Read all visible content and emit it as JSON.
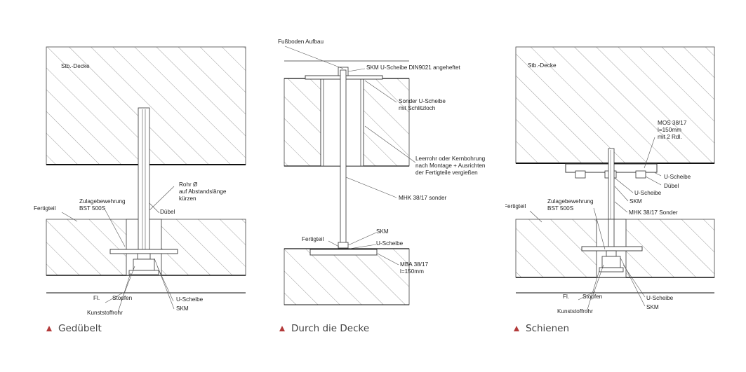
{
  "panels": [
    {
      "caption": "Gedübelt",
      "labels": {
        "stb_decke": "Stb.-Decke",
        "rohr": "Rohr Ø",
        "abstand": "auf Abstandslänge",
        "kuerzen": "kürzen",
        "zulage": "Zulagebewehrung",
        "bst": "BST 500S",
        "duebel": "Dübel",
        "fertigteil": "Fertigteil",
        "fl": "Fl.",
        "stopfen": "Stopfen",
        "kunststoffrohr": "Kunststoffrohr",
        "u_scheibe": "U-Scheibe",
        "skm": "SKM"
      }
    },
    {
      "caption": "Durch die Decke",
      "labels": {
        "fussboden": "Fußboden Aufbau",
        "skm_u": "SKM U-Scheibe DIN9021 angeheftet",
        "sonder1": "Sonder U-Scheibe",
        "sonder2": "mit Schlitzloch",
        "leer1": "Leerrohr oder Kernbohrung",
        "leer2": "nach Montage + Ausrichten",
        "leer3": "der Fertigteile vergießen",
        "mhk": "MHK 38/17  sonder",
        "skm": "SKM",
        "fertigteil": "Fertigteil",
        "u_scheibe": "U-Scheibe",
        "mba1": "MBA 38/17",
        "mba2": "l=150mm"
      }
    },
    {
      "caption": "Schienen",
      "labels": {
        "stb_decke": "Stb.-Decke",
        "mos1": "MOS 38/17",
        "mos2": "l=150mm",
        "mos3": "mit 2 Rdl.",
        "u_scheibe_top": "U-Scheibe",
        "duebel": "Dübel",
        "u_scheibe_mid": "U-Scheibe",
        "skm_mid": "SKM",
        "zulage": "Zulagebewehrung",
        "bst": "BST 500S",
        "fertigteil": "Fertigteil",
        "mhk": "MHK 38/17 Sonder",
        "fl": "Fl.",
        "stopfen": "Stopfen",
        "kunststoffrohr": "Kunststoffrohr",
        "u_scheibe": "U-Scheibe",
        "skm": "SKM"
      }
    }
  ]
}
